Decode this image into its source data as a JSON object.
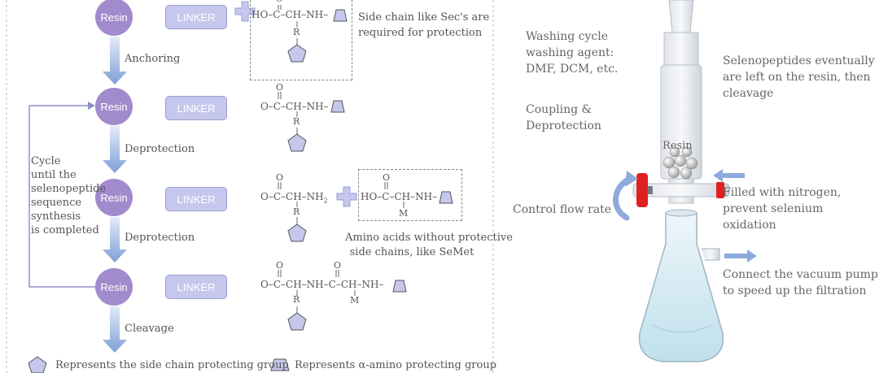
{
  "left": {
    "resin_label": "Resin",
    "linker_label": "LINKER",
    "steps": [
      "Anchoring",
      "Deprotection",
      "Deprotection",
      "Cleavage"
    ],
    "cycle_text": [
      "Cycle",
      "until the",
      "selenopeptide",
      "sequence",
      "synthesis",
      "is completed"
    ],
    "row1_chem": "HO–C–CH–NH–",
    "row1_note": [
      "Side chain like Sec's are",
      "required for protection"
    ],
    "row2_chem": "O–C–CH–NH–",
    "row3_chem": "O–C–CH–NH",
    "row3_sub": "2",
    "row3_aa": "HO–C–CH–NH–",
    "row3_note": [
      "Amino acids without protective",
      "side chains, like SeMet"
    ],
    "row4_chem": "O–C–CH–NH–C–CH–NH–",
    "o_label": "O",
    "r_label": "R",
    "m_label": "M",
    "legend_pentagon": "Represents the side chain protecting group",
    "legend_trapezoid": "Represents α-amino protecting group"
  },
  "right": {
    "washing": [
      "Washing cycle",
      "washing agent:",
      "DMF, DCM, etc."
    ],
    "coupling": [
      "Coupling &",
      "Deprotection"
    ],
    "eventual": [
      "Selenopeptides eventually",
      "are left on the resin, then",
      "cleavage"
    ],
    "resin_label": "Resin",
    "control_flow": "Control flow rate",
    "nitrogen": [
      "Filled with nitrogen,",
      "prevent selenium oxidation"
    ],
    "vacuum": [
      "Connect the vacuum pump",
      "to speed up the filtration"
    ]
  },
  "colors": {
    "resin": "#a18bcc",
    "linker": "#c6c7ec",
    "arrow": "#8ea9dc",
    "valve": "#e02020"
  }
}
